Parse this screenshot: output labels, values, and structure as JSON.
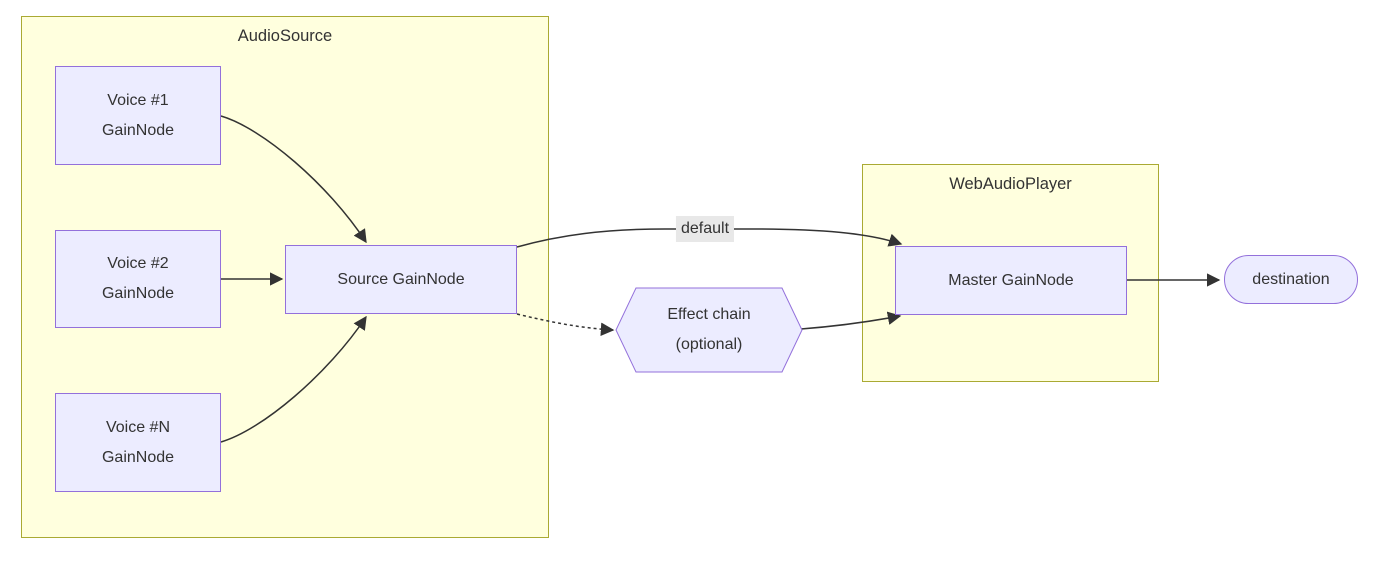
{
  "diagram": {
    "type": "flowchart",
    "direction": "LR",
    "clusters": [
      {
        "id": "audio-source",
        "title": "AudioSource"
      },
      {
        "id": "web-audio-player",
        "title": "WebAudioPlayer"
      }
    ],
    "nodes": {
      "voice1": {
        "label": "Voice #1\nGainNode",
        "shape": "rect",
        "cluster": "AudioSource"
      },
      "voice2": {
        "label": "Voice #2\nGainNode",
        "shape": "rect",
        "cluster": "AudioSource"
      },
      "voiceN": {
        "label": "Voice #N\nGainNode",
        "shape": "rect",
        "cluster": "AudioSource"
      },
      "source": {
        "label": "Source GainNode",
        "shape": "rect",
        "cluster": "AudioSource"
      },
      "effect": {
        "label": "Effect chain\n(optional)",
        "shape": "hexagon",
        "cluster": null
      },
      "master": {
        "label": "Master GainNode",
        "shape": "rect",
        "cluster": "WebAudioPlayer"
      },
      "destination": {
        "label": "destination",
        "shape": "stadium",
        "cluster": null
      }
    },
    "edges": [
      {
        "from": "voice1",
        "to": "source",
        "style": "solid",
        "label": ""
      },
      {
        "from": "voice2",
        "to": "source",
        "style": "solid",
        "label": ""
      },
      {
        "from": "voiceN",
        "to": "source",
        "style": "solid",
        "label": ""
      },
      {
        "from": "source",
        "to": "master",
        "style": "solid",
        "label": "default"
      },
      {
        "from": "source",
        "to": "effect",
        "style": "dotted",
        "label": ""
      },
      {
        "from": "effect",
        "to": "master",
        "style": "solid",
        "label": ""
      },
      {
        "from": "master",
        "to": "destination",
        "style": "solid",
        "label": ""
      }
    ]
  },
  "colors": {
    "node_fill": "#ECECFF",
    "node_border": "#9370DB",
    "cluster_fill": "#FFFFDE",
    "cluster_border": "#AAAA33",
    "text_color": "#333333",
    "line_color": "#333333",
    "label_bg": "#E8E8E8"
  }
}
